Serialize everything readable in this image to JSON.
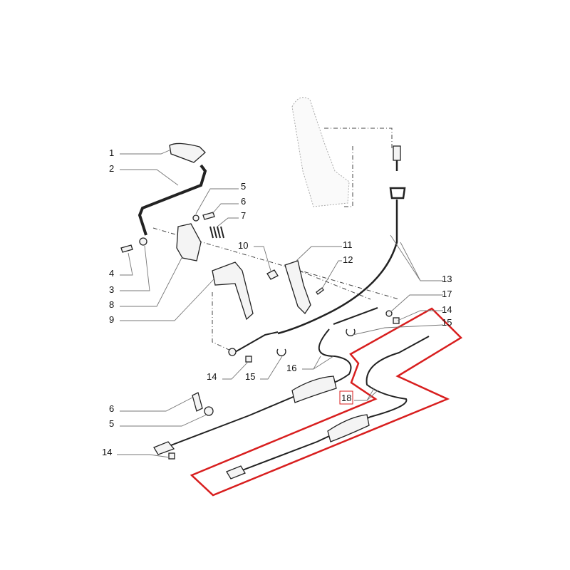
{
  "diagram": {
    "labels": {
      "l1": "1",
      "l2": "2",
      "l3": "3",
      "l4": "4",
      "l5a": "5",
      "l6a": "6",
      "l7": "7",
      "l8": "8",
      "l9": "9",
      "l10": "10",
      "l11": "11",
      "l12": "12",
      "l13": "13",
      "l17": "17",
      "l14a": "14",
      "l15a": "15",
      "l14b": "14",
      "l15b": "15",
      "l16": "16",
      "l18": "18",
      "l6b": "6",
      "l5b": "5",
      "l14c": "14"
    },
    "highlight_color": "#d81e1e",
    "highlighted_part": "18"
  }
}
